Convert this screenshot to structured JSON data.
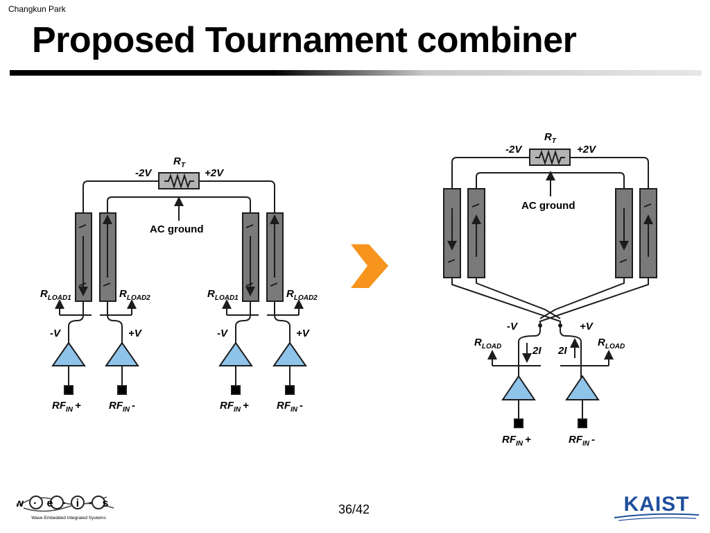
{
  "header": {
    "author": "Changkun Park",
    "title": "Proposed Tournament combiner"
  },
  "footer": {
    "page_number": "36/42",
    "left_logo_text": "w·e·i·s",
    "left_logo_caption": "Wave  Embedded  Integrated  Systems",
    "right_logo_text": "KAIST"
  },
  "colors": {
    "line_stroke": "#1c1c1c",
    "tline_fill": "#7a7a7a",
    "amp_fill": "#8fc3ea",
    "resistor_fill": "#b3b3b3",
    "arrow_orange": "#f7941d",
    "kaist_blue": "#1f4e9c"
  },
  "icons": {
    "transition_arrow": "chevron-right-icon",
    "amplifier": "triangle-amplifier-icon",
    "resistor": "resistor-icon"
  },
  "left_diagram": {
    "units": [
      {
        "resistor_label": "R",
        "resistor_sub": "T",
        "neg_node": "-2V",
        "pos_node": "+2V",
        "ac_ground": "AC ground",
        "load1_main": "R",
        "load1_sub": "LOAD1",
        "load2_main": "R",
        "load2_sub": "LOAD2",
        "neg_supply": "-V",
        "pos_supply": "+V",
        "rf_plus_main": "RF",
        "rf_plus_sub": "IN",
        "rf_plus_sign": "+",
        "rf_minus_main": "RF",
        "rf_minus_sub": "IN",
        "rf_minus_sign": "-"
      },
      {
        "load1_main": "R",
        "load1_sub": "LOAD1",
        "load2_main": "R",
        "load2_sub": "LOAD2",
        "neg_supply": "-V",
        "pos_supply": "+V",
        "rf_plus_main": "RF",
        "rf_plus_sub": "IN",
        "rf_plus_sign": "+",
        "rf_minus_main": "RF",
        "rf_minus_sub": "IN",
        "rf_minus_sign": "-"
      }
    ]
  },
  "right_diagram": {
    "resistor_label": "R",
    "resistor_sub": "T",
    "neg_node": "-2V",
    "pos_node": "+2V",
    "ac_ground": "AC ground",
    "neg_supply": "-V",
    "pos_supply": "+V",
    "load_left_main": "R",
    "load_left_sub": "LOAD",
    "load_right_main": "R",
    "load_right_sub": "LOAD",
    "current_left": "2I",
    "current_right": "2I",
    "rf_plus_main": "RF",
    "rf_plus_sub": "IN",
    "rf_plus_sign": "+",
    "rf_minus_main": "RF",
    "rf_minus_sub": "IN",
    "rf_minus_sign": "-"
  }
}
